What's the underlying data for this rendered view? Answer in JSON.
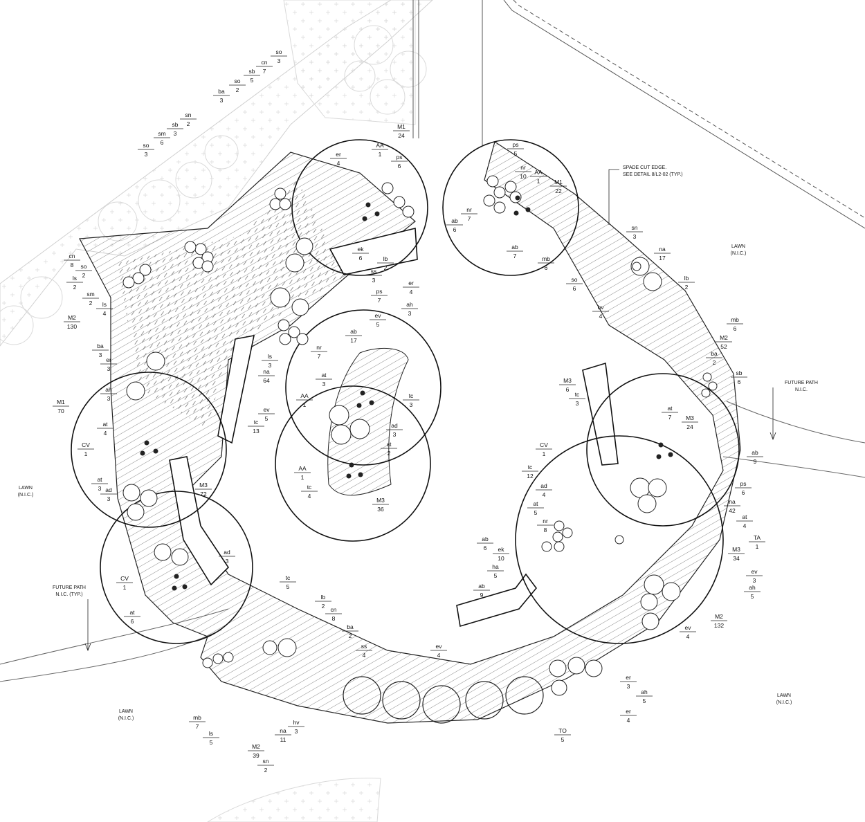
{
  "site_labels": {
    "lawn": "LAWN",
    "nic": "(N.I.C.)",
    "future_path": "FUTURE PATH",
    "future_path_nic": "N.I.C.",
    "future_path_nic_typ": "N.I.C. (TYP.)",
    "spade_line1": "SPADE CUT EDGE.",
    "spade_line2": "SEE DETAIL 8/L2-02 (TYP.)"
  },
  "plant_callouts": [
    {
      "code": "so",
      "qty": "3"
    },
    {
      "code": "cn",
      "qty": "7"
    },
    {
      "code": "sb",
      "qty": "5"
    },
    {
      "code": "so",
      "qty": "2"
    },
    {
      "code": "ba",
      "qty": "3"
    },
    {
      "code": "sn",
      "qty": "2"
    },
    {
      "code": "sb",
      "qty": "3"
    },
    {
      "code": "sm",
      "qty": "6"
    },
    {
      "code": "so",
      "qty": "3"
    },
    {
      "code": "cn",
      "qty": "8"
    },
    {
      "code": "so",
      "qty": "2"
    },
    {
      "code": "ls",
      "qty": "2"
    },
    {
      "code": "sm",
      "qty": "2"
    },
    {
      "code": "ls",
      "qty": "4"
    },
    {
      "code": "M2",
      "qty": "130"
    },
    {
      "code": "M1",
      "qty": "24"
    },
    {
      "code": "AA",
      "qty": "1"
    },
    {
      "code": "ps",
      "qty": "6"
    },
    {
      "code": "er",
      "qty": "4"
    },
    {
      "code": "nr",
      "qty": "7"
    },
    {
      "code": "ab",
      "qty": "6"
    },
    {
      "code": "ek",
      "qty": "6"
    },
    {
      "code": "lb",
      "qty": "2"
    },
    {
      "code": "ss",
      "qty": "3"
    },
    {
      "code": "er",
      "qty": "4"
    },
    {
      "code": "ps",
      "qty": "7"
    },
    {
      "code": "ah",
      "qty": "3"
    },
    {
      "code": "ev",
      "qty": "5"
    },
    {
      "code": "ab",
      "qty": "17"
    },
    {
      "code": "nr",
      "qty": "7"
    },
    {
      "code": "ls",
      "qty": "3"
    },
    {
      "code": "na",
      "qty": "64"
    },
    {
      "code": "ba",
      "qty": "3"
    },
    {
      "code": "er",
      "qty": "3"
    },
    {
      "code": "ah",
      "qty": "3"
    },
    {
      "code": "M1",
      "qty": "70"
    },
    {
      "code": "at",
      "qty": "4"
    },
    {
      "code": "CV",
      "qty": "1"
    },
    {
      "code": "at",
      "qty": "3"
    },
    {
      "code": "ad",
      "qty": "3"
    },
    {
      "code": "ev",
      "qty": "5"
    },
    {
      "code": "tc",
      "qty": "13"
    },
    {
      "code": "M3",
      "qty": "72"
    },
    {
      "code": "at",
      "qty": "3"
    },
    {
      "code": "tc",
      "qty": "3"
    },
    {
      "code": "AA",
      "qty": "1"
    },
    {
      "code": "ad",
      "qty": "3"
    },
    {
      "code": "at",
      "qty": "2"
    },
    {
      "code": "AA",
      "qty": "1"
    },
    {
      "code": "tc",
      "qty": "4"
    },
    {
      "code": "M3",
      "qty": "36"
    },
    {
      "code": "ad",
      "qty": "3"
    },
    {
      "code": "CV",
      "qty": "1"
    },
    {
      "code": "tc",
      "qty": "5"
    },
    {
      "code": "at",
      "qty": "6"
    },
    {
      "code": "ps",
      "qty": "5"
    },
    {
      "code": "nr",
      "qty": "10"
    },
    {
      "code": "AA",
      "qty": "1"
    },
    {
      "code": "M1",
      "qty": "22"
    },
    {
      "code": "sn",
      "qty": "3"
    },
    {
      "code": "ab",
      "qty": "7"
    },
    {
      "code": "mb",
      "qty": "6"
    },
    {
      "code": "na",
      "qty": "17"
    },
    {
      "code": "so",
      "qty": "6"
    },
    {
      "code": "lb",
      "qty": "2"
    },
    {
      "code": "hv",
      "qty": "4"
    },
    {
      "code": "mb",
      "qty": "6"
    },
    {
      "code": "M2",
      "qty": "52"
    },
    {
      "code": "ba",
      "qty": "2"
    },
    {
      "code": "sb",
      "qty": "6"
    },
    {
      "code": "M3",
      "qty": "6"
    },
    {
      "code": "tc",
      "qty": "3"
    },
    {
      "code": "at",
      "qty": "7"
    },
    {
      "code": "M3",
      "qty": "24"
    },
    {
      "code": "ab",
      "qty": "9"
    },
    {
      "code": "CV",
      "qty": "1"
    },
    {
      "code": "tc",
      "qty": "12"
    },
    {
      "code": "ad",
      "qty": "4"
    },
    {
      "code": "ps",
      "qty": "6"
    },
    {
      "code": "at",
      "qty": "5"
    },
    {
      "code": "na",
      "qty": "42"
    },
    {
      "code": "nr",
      "qty": "8"
    },
    {
      "code": "at",
      "qty": "4"
    },
    {
      "code": "TA",
      "qty": "1"
    },
    {
      "code": "ab",
      "qty": "6"
    },
    {
      "code": "ek",
      "qty": "10"
    },
    {
      "code": "M3",
      "qty": "34"
    },
    {
      "code": "ha",
      "qty": "5"
    },
    {
      "code": "ev",
      "qty": "3"
    },
    {
      "code": "ab",
      "qty": "9"
    },
    {
      "code": "ah",
      "qty": "5"
    },
    {
      "code": "M2",
      "qty": "132"
    },
    {
      "code": "ev",
      "qty": "4"
    },
    {
      "code": "lb",
      "qty": "2"
    },
    {
      "code": "cn",
      "qty": "8"
    },
    {
      "code": "ba",
      "qty": "2"
    },
    {
      "code": "ss",
      "qty": "4"
    },
    {
      "code": "ev",
      "qty": "4"
    },
    {
      "code": "er",
      "qty": "3"
    },
    {
      "code": "ah",
      "qty": "5"
    },
    {
      "code": "er",
      "qty": "4"
    },
    {
      "code": "TO",
      "qty": "5"
    },
    {
      "code": "mb",
      "qty": "7"
    },
    {
      "code": "ls",
      "qty": "5"
    },
    {
      "code": "na",
      "qty": "11"
    },
    {
      "code": "hv",
      "qty": "3"
    },
    {
      "code": "M2",
      "qty": "39"
    },
    {
      "code": "sn",
      "qty": "2"
    }
  ]
}
